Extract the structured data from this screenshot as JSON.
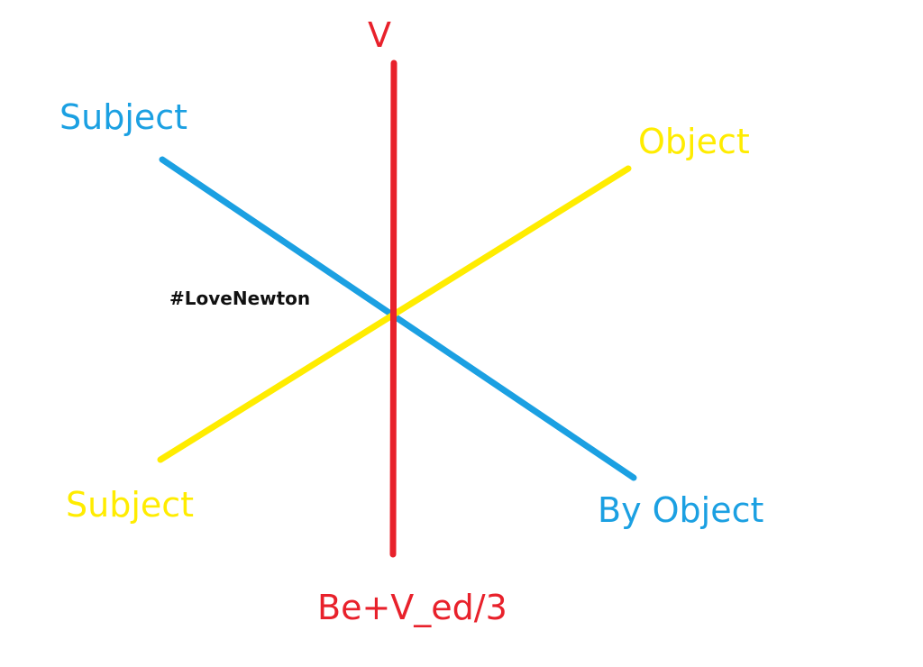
{
  "colors": {
    "verb": "#e8212b",
    "blue": "#1ba0e2",
    "yellow": "#ffec00",
    "text": "#111111"
  },
  "labels": {
    "verb": "V",
    "active_subject": "Subject",
    "active_object": "Object",
    "passive_subject": "Subject",
    "by_object": "By Object",
    "passive_verb": "Be+V_ed/3",
    "hashtag": "#LoveNewton"
  }
}
